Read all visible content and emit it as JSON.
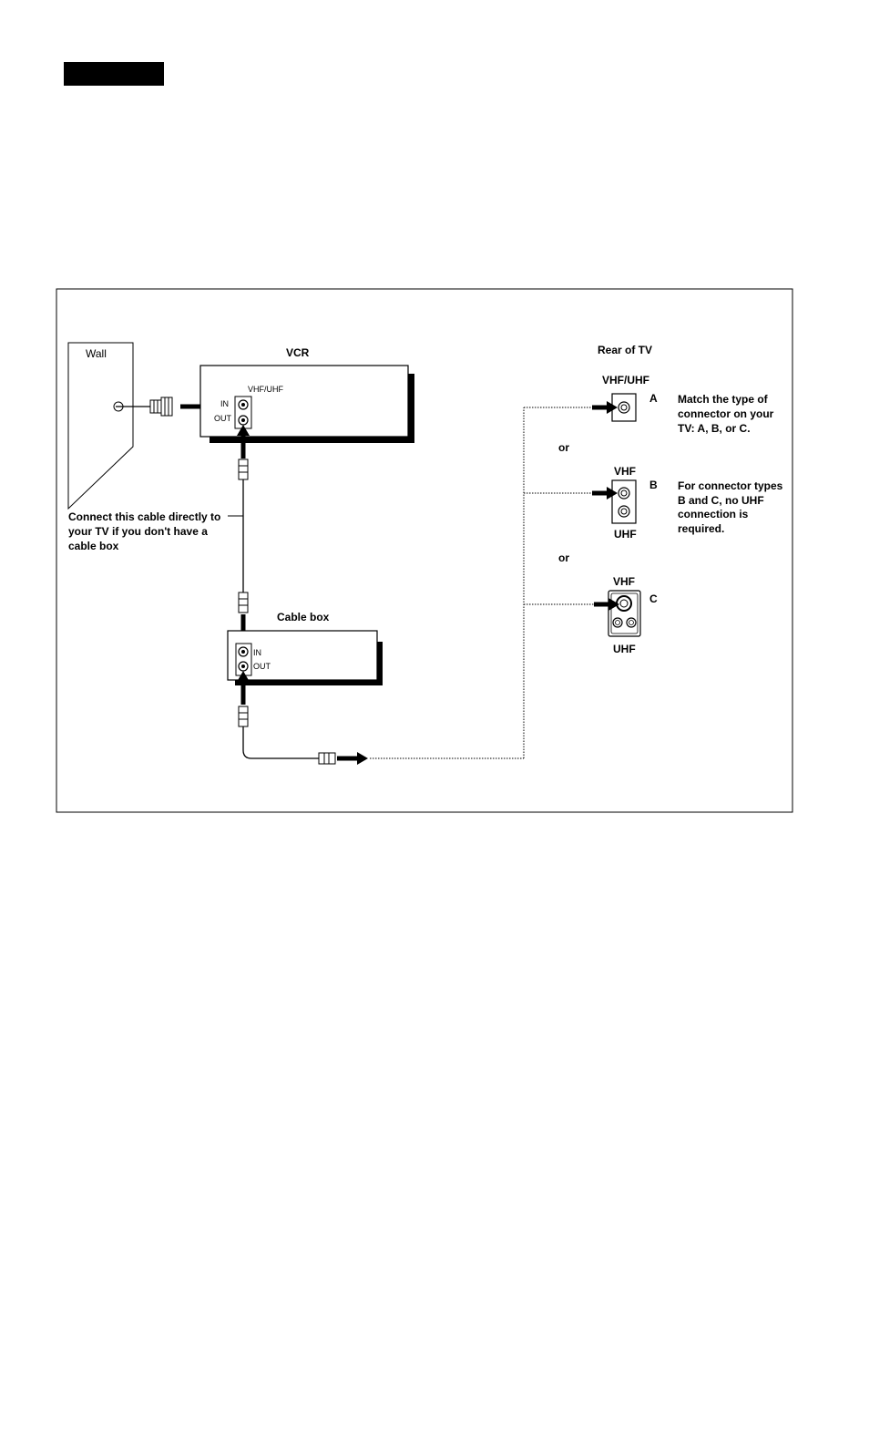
{
  "labels": {
    "wall": "Wall",
    "vcr": "VCR",
    "vcr_port_group": "VHF/UHF",
    "vcr_in": "IN",
    "vcr_out": "OUT",
    "cable_box": "Cable box",
    "cable_box_in": "IN",
    "cable_box_out": "OUT",
    "rear_of_tv": "Rear of TV",
    "tv_a_heading": "VHF/UHF",
    "letter_a": "A",
    "or_1": "or",
    "tv_b_vhf": "VHF",
    "tv_b_uhf": "UHF",
    "letter_b": "B",
    "or_2": "or",
    "tv_c_vhf": "VHF",
    "tv_c_uhf": "UHF",
    "letter_c": "C"
  },
  "notes": {
    "direct_cable": [
      "Connect this cable directly to",
      "your TV if you don't have a",
      "cable box"
    ],
    "match_type": [
      "Match the type of",
      "connector on your",
      "TV: A, B, or C."
    ],
    "no_uhf": [
      "For connector types",
      "B and C, no UHF",
      "connection is",
      "required."
    ]
  },
  "colors": {
    "ink": "#000000",
    "paper": "#ffffff"
  }
}
